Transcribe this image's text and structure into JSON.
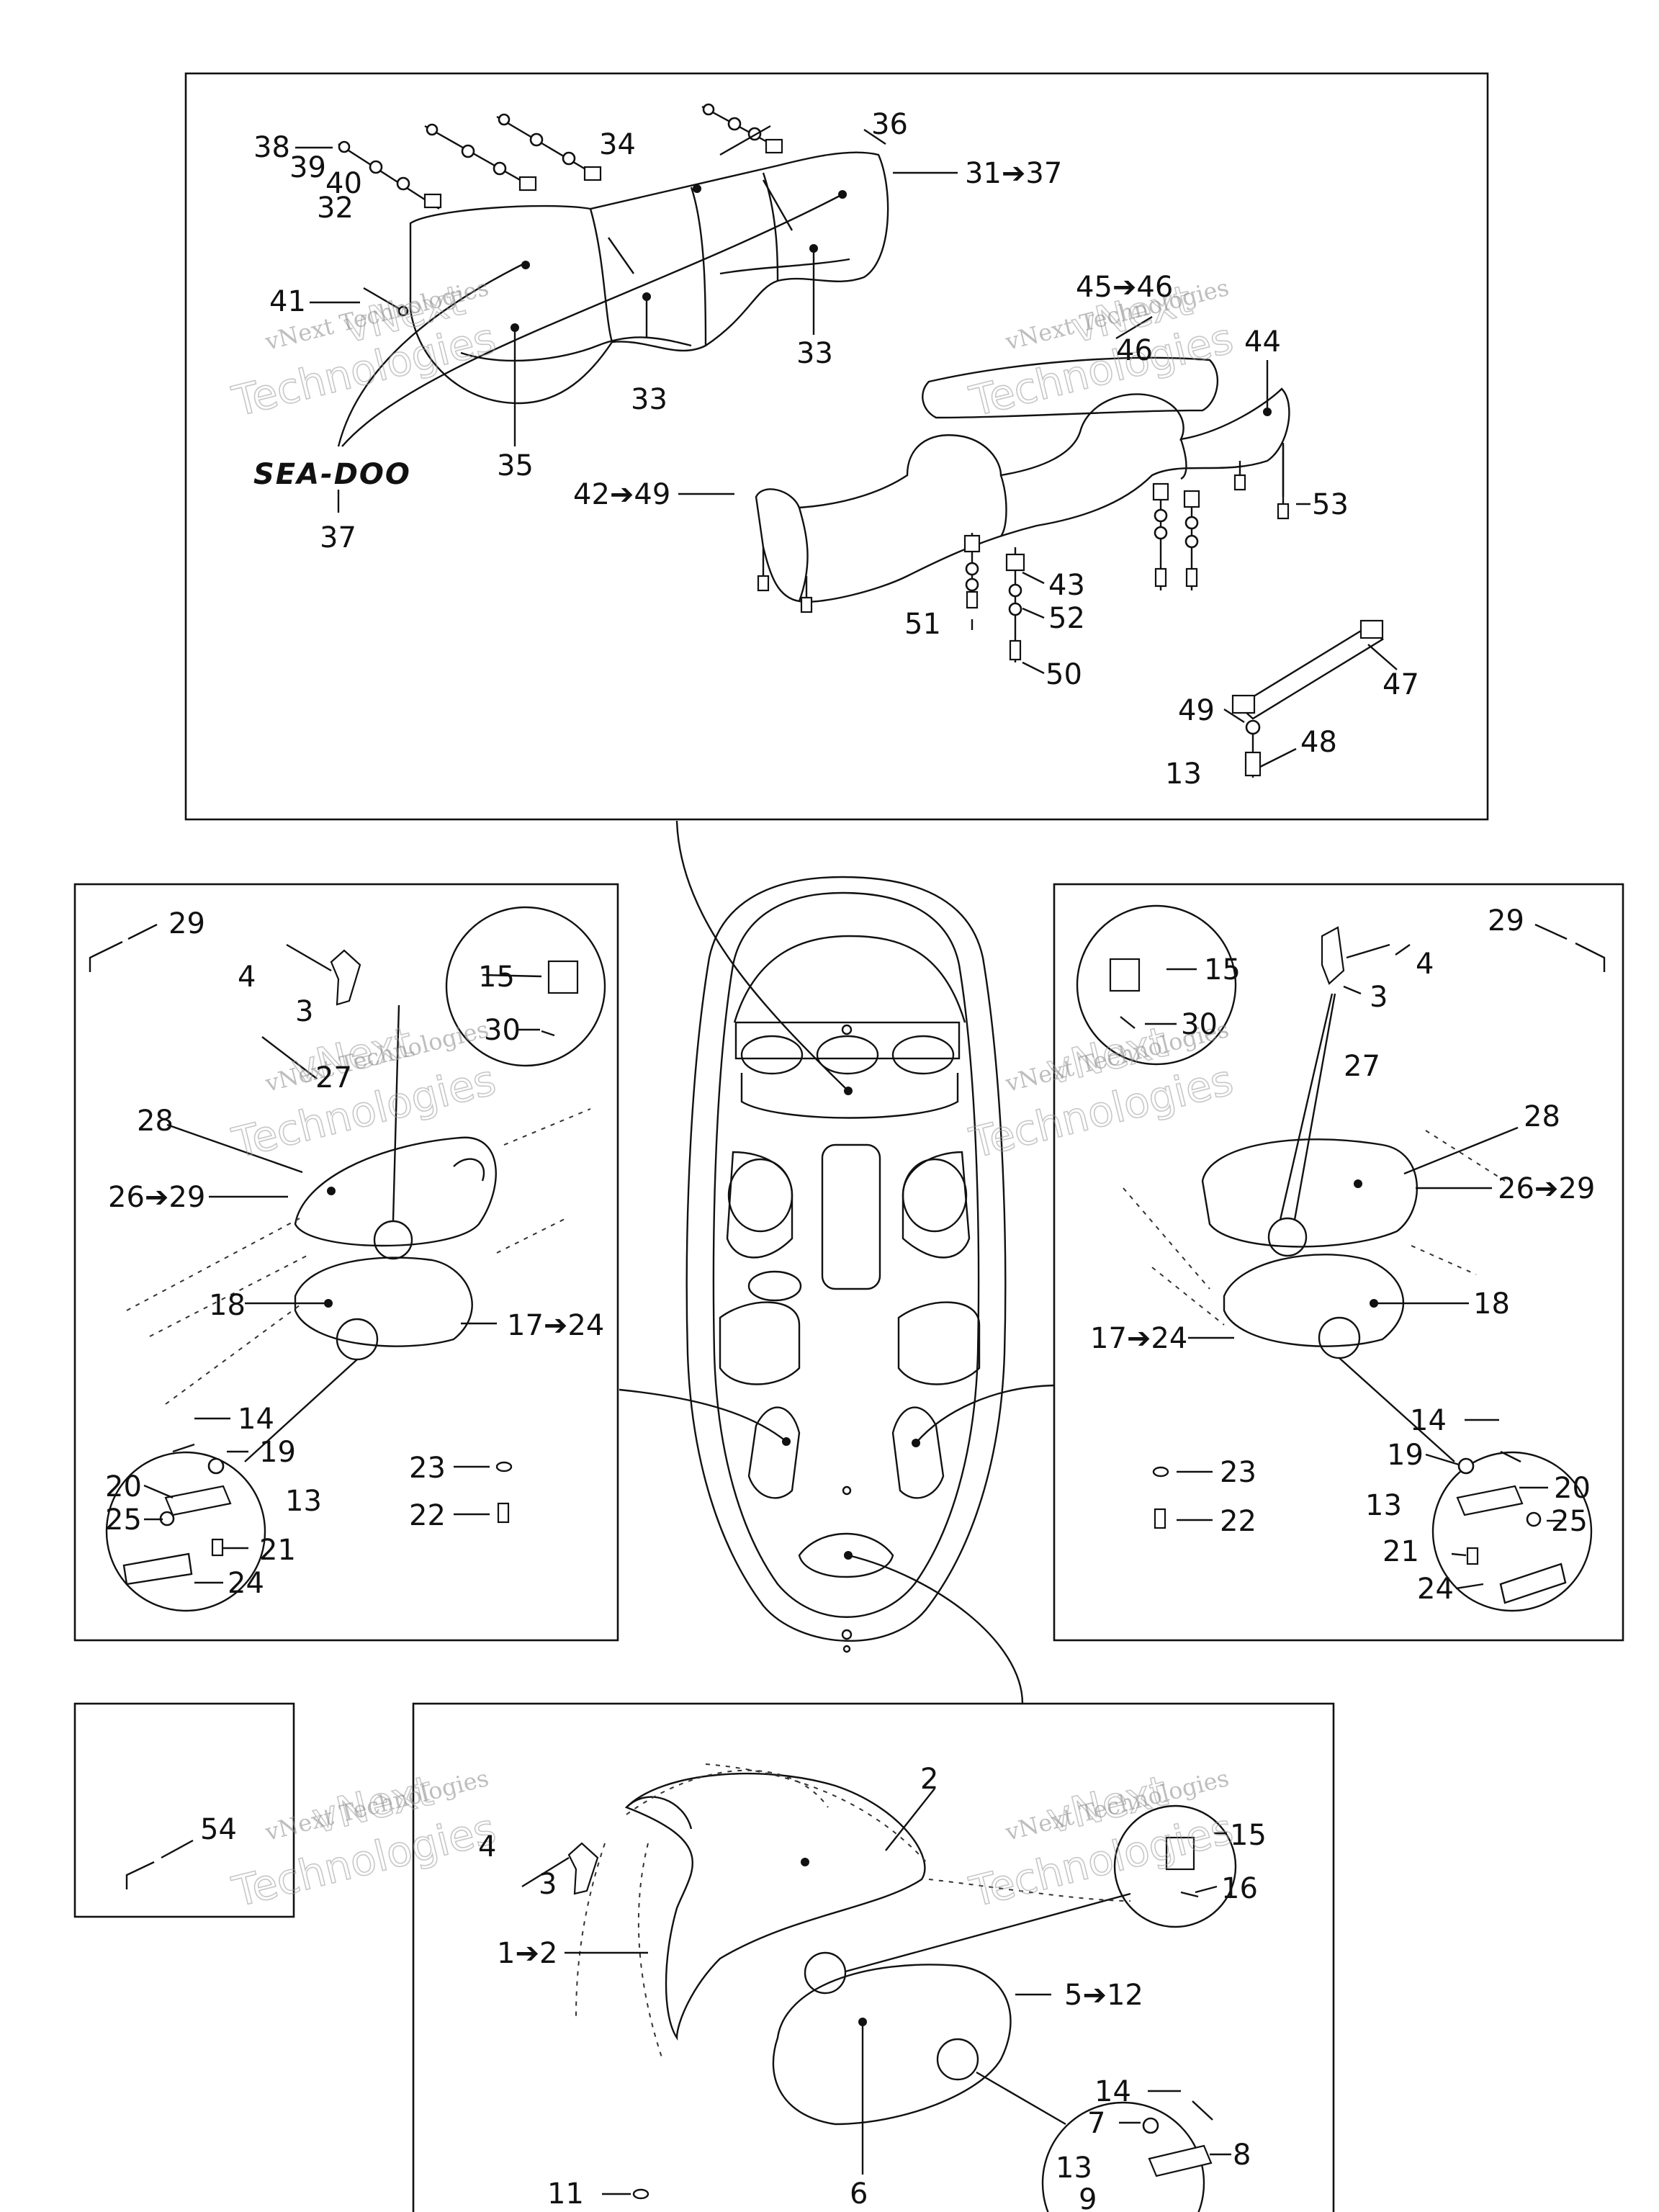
{
  "brand": {
    "logo_text": "SEA-DOO"
  },
  "watermark": {
    "line1": "vNext Technologies",
    "line2": "vNext",
    "line3": "Technologies"
  },
  "labels": {
    "l38": "38",
    "l39": "39",
    "l40": "40",
    "l32": "32",
    "l34": "34",
    "l36": "36",
    "l31_37": "31➔37",
    "l41": "41",
    "l33a": "33",
    "l33b": "33",
    "l35": "35",
    "l37": "37",
    "l45_46": "45➔46",
    "l46": "46",
    "l44": "44",
    "l42_49": "42➔49",
    "l53": "53",
    "l43": "43",
    "l52": "52",
    "l51": "51",
    "l50": "50",
    "l47": "47",
    "l49": "49",
    "l13_top": "13",
    "l48": "48",
    "lp_29": "29",
    "lp_4": "4",
    "lp_3": "3",
    "lp_15": "15",
    "lp_30": "30",
    "lp_27": "27",
    "lp_28": "28",
    "lp_26_29": "26➔29",
    "lp_18": "18",
    "lp_17_24": "17➔24",
    "lp_14": "14",
    "lp_19": "19",
    "lp_20": "20",
    "lp_13": "13",
    "lp_25": "25",
    "lp_21": "21",
    "lp_24": "24",
    "lp_23": "23",
    "lp_22": "22",
    "rp_29": "29",
    "rp_4": "4",
    "rp_3": "3",
    "rp_15": "15",
    "rp_30": "30",
    "rp_27": "27",
    "rp_28": "28",
    "rp_26_29": "26➔29",
    "rp_18": "18",
    "rp_17_24": "17➔24",
    "rp_14": "14",
    "rp_19": "19",
    "rp_20": "20",
    "rp_13": "13",
    "rp_25": "25",
    "rp_21": "21",
    "rp_24": "24",
    "rp_23": "23",
    "rp_22": "22",
    "b_54": "54",
    "b_2": "2",
    "b_4": "4",
    "b_3": "3",
    "b_15": "15",
    "b_16": "16",
    "b_1_2": "1➔2",
    "b_5_12": "5➔12",
    "b_14": "14",
    "b_7": "7",
    "b_8": "8",
    "b_13": "13",
    "b_9": "9",
    "b_11": "11",
    "b_6": "6"
  }
}
